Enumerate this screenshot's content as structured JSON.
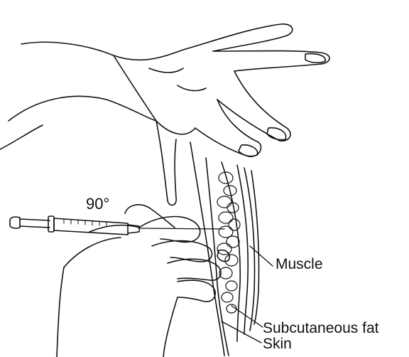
{
  "labels": {
    "angle": "90°",
    "muscle": "Muscle",
    "subcutaneous_fat": "Subcutaneous fat",
    "skin": "Skin"
  },
  "colors": {
    "ink": "#111111",
    "background": "#ffffff"
  }
}
